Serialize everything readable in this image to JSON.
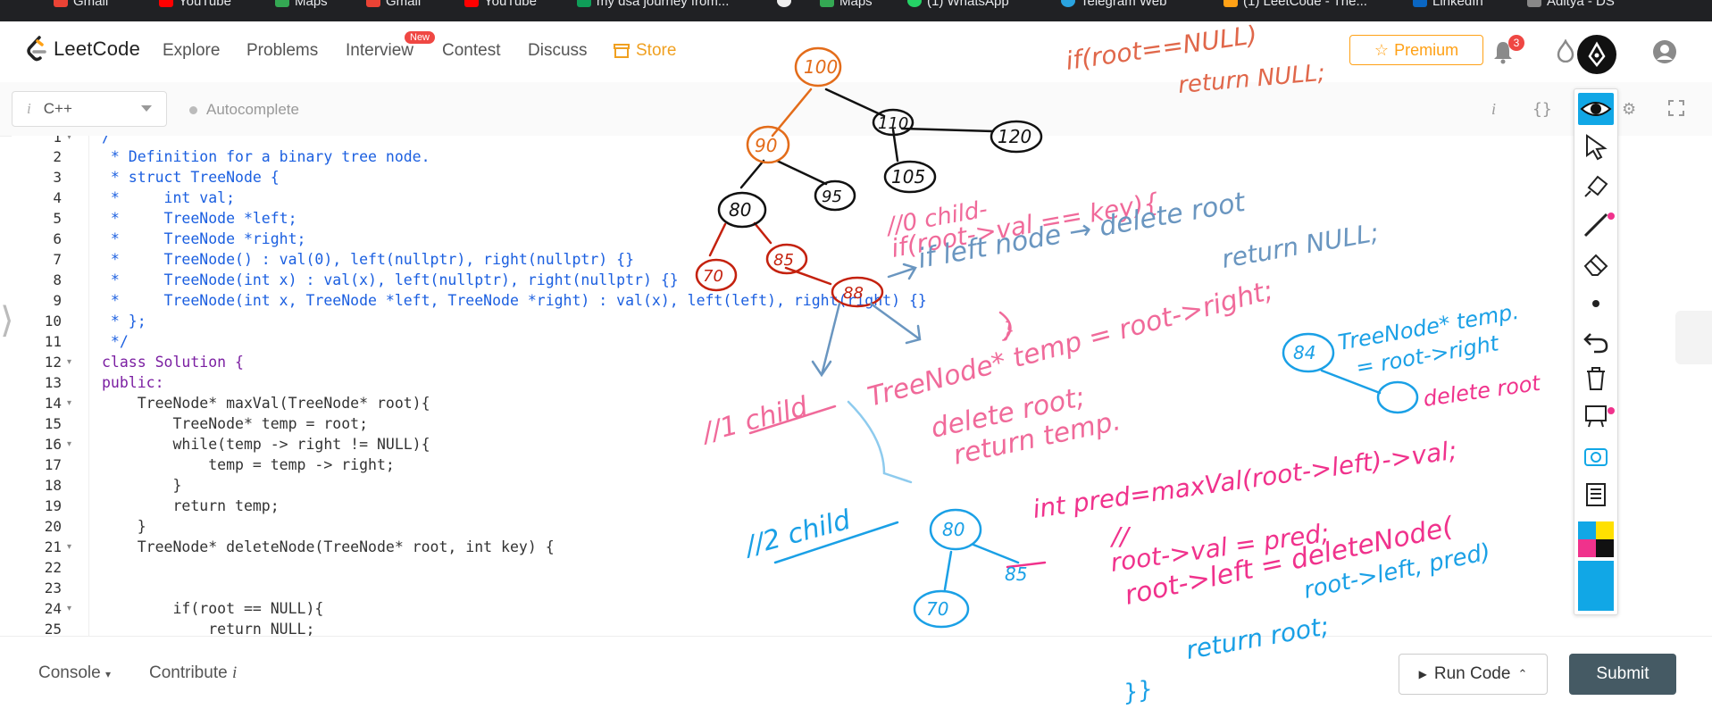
{
  "bookmarks": [
    {
      "label": "Gmail",
      "color": "#ea4335"
    },
    {
      "label": "YouTube",
      "color": "#ff0000"
    },
    {
      "label": "Maps",
      "color": "#34a853"
    },
    {
      "label": "Gmail",
      "color": "#ea4335"
    },
    {
      "label": "YouTube",
      "color": "#ff0000"
    },
    {
      "label": "my dsa journey from...",
      "color": "#0f9d58"
    },
    {
      "label": "",
      "color": "#eeeeee"
    },
    {
      "label": "Maps",
      "color": "#34a853"
    },
    {
      "label": "(1) WhatsApp",
      "color": "#25d366"
    },
    {
      "label": "Telegram Web",
      "color": "#2aa3e0"
    },
    {
      "label": "(1) LeetCode - The...",
      "color": "#ffa116"
    },
    {
      "label": "LinkedIn",
      "color": "#0a66c2"
    },
    {
      "label": "Aditya - DS",
      "color": "#888888"
    }
  ],
  "header": {
    "logo": "LeetCode",
    "nav": [
      "Explore",
      "Problems",
      "Interview",
      "Contest",
      "Discuss"
    ],
    "new_badge": "New",
    "store": "Store",
    "premium": "Premium",
    "notifications": "3"
  },
  "editor": {
    "language": "C++",
    "language_info": "i",
    "autocomplete": "Autocomplete",
    "code_lines": [
      "/",
      " * Definition for a binary tree node.",
      " * struct TreeNode {",
      " *     int val;",
      " *     TreeNode *left;",
      " *     TreeNode *right;",
      " *     TreeNode() : val(0), left(nullptr), right(nullptr) {}",
      " *     TreeNode(int x) : val(x), left(nullptr), right(nullptr) {}",
      " *     TreeNode(int x, TreeNode *left, TreeNode *right) : val(x), left(left), right(right) {}",
      " * };",
      " */",
      "class Solution {",
      "public:",
      "    TreeNode* maxVal(TreeNode* root){",
      "        TreeNode* temp = root;",
      "        while(temp -> right != NULL){",
      "            temp = temp -> right;",
      "        }",
      "        return temp;",
      "    }",
      "    TreeNode* deleteNode(TreeNode* root, int key) {",
      "",
      "",
      "        if(root == NULL){",
      "            return NULL;"
    ],
    "line_numbers": [
      "1",
      "2",
      "3",
      "4",
      "5",
      "6",
      "7",
      "8",
      "9",
      "10",
      "11",
      "12",
      "13",
      "14",
      "15",
      "16",
      "17",
      "18",
      "19",
      "20",
      "21",
      "22",
      "23",
      "24",
      "25"
    ]
  },
  "footer": {
    "console": "Console",
    "contribute": "Contribute",
    "contribute_info": "i",
    "run": "Run Code",
    "submit": "Submit"
  },
  "annotations": {
    "nodes": [
      "100",
      "90",
      "110",
      "120",
      "105",
      "80",
      "95",
      "70",
      "85",
      "88"
    ],
    "blue_nodes": [
      "80",
      "70",
      "85",
      "84"
    ],
    "notes": [
      "if(root==NULL)",
      "return NULL;",
      "//0 child-",
      "if(root->val == key){",
      "if left node → delete root",
      "return NULL;",
      "}",
      "TreeNode* temp = root->right;",
      "delete root;",
      "return temp.",
      "//1 child",
      "//2 child",
      "TreeNode* temp.",
      "= root->right",
      "delete root",
      "int pred=maxVal(root->left)->val;",
      "//",
      "root->val = pred;",
      "root->left = deleteNode(",
      "root->left, pred)",
      "return root;",
      "}}"
    ]
  },
  "colors": {
    "accent": "#ffa116",
    "ink_orange": "#e36c1a",
    "ink_red": "#c4210e",
    "ink_pink": "#f0328c",
    "ink_pink_light": "#f06a9a",
    "ink_blue": "#1aa0e6",
    "ink_steel": "#6a96c0"
  }
}
